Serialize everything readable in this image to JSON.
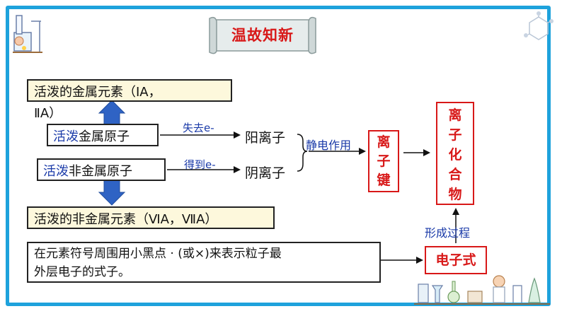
{
  "title": "温故知新",
  "top_left_box": {
    "line1": "活泼的金属元素（ⅠA，",
    "line2": "ⅡA）"
  },
  "metal_atom": {
    "prefix": "活泼",
    "rest": "金属原子"
  },
  "nonmetal_atom": {
    "prefix": "活泼",
    "rest": "非金属原子"
  },
  "bottom_box": "活泼的非金属元素（ⅥA，ⅦA）",
  "lose_electron": "失去e-",
  "gain_electron": "得到e-",
  "cation": "阳离子",
  "anion": "阴离子",
  "electrostatic": "静电作用",
  "ionic_bond": [
    "离",
    "子",
    "键"
  ],
  "ionic_compound": [
    "离",
    "子",
    "化",
    "合",
    "物"
  ],
  "formation_process": "形成过程",
  "electron_formula": "电子式",
  "definition": {
    "line1": "在元素符号周围用小黑点 · (或×)来表示粒子最",
    "line2": "外层电子的式子。"
  },
  "colors": {
    "frame": "#1ea2dc",
    "accent_red": "#d81818",
    "accent_blue": "#1a3aa8",
    "pale_yellow": "#fdf8dc",
    "arrow_blue": "#2f63c4"
  }
}
